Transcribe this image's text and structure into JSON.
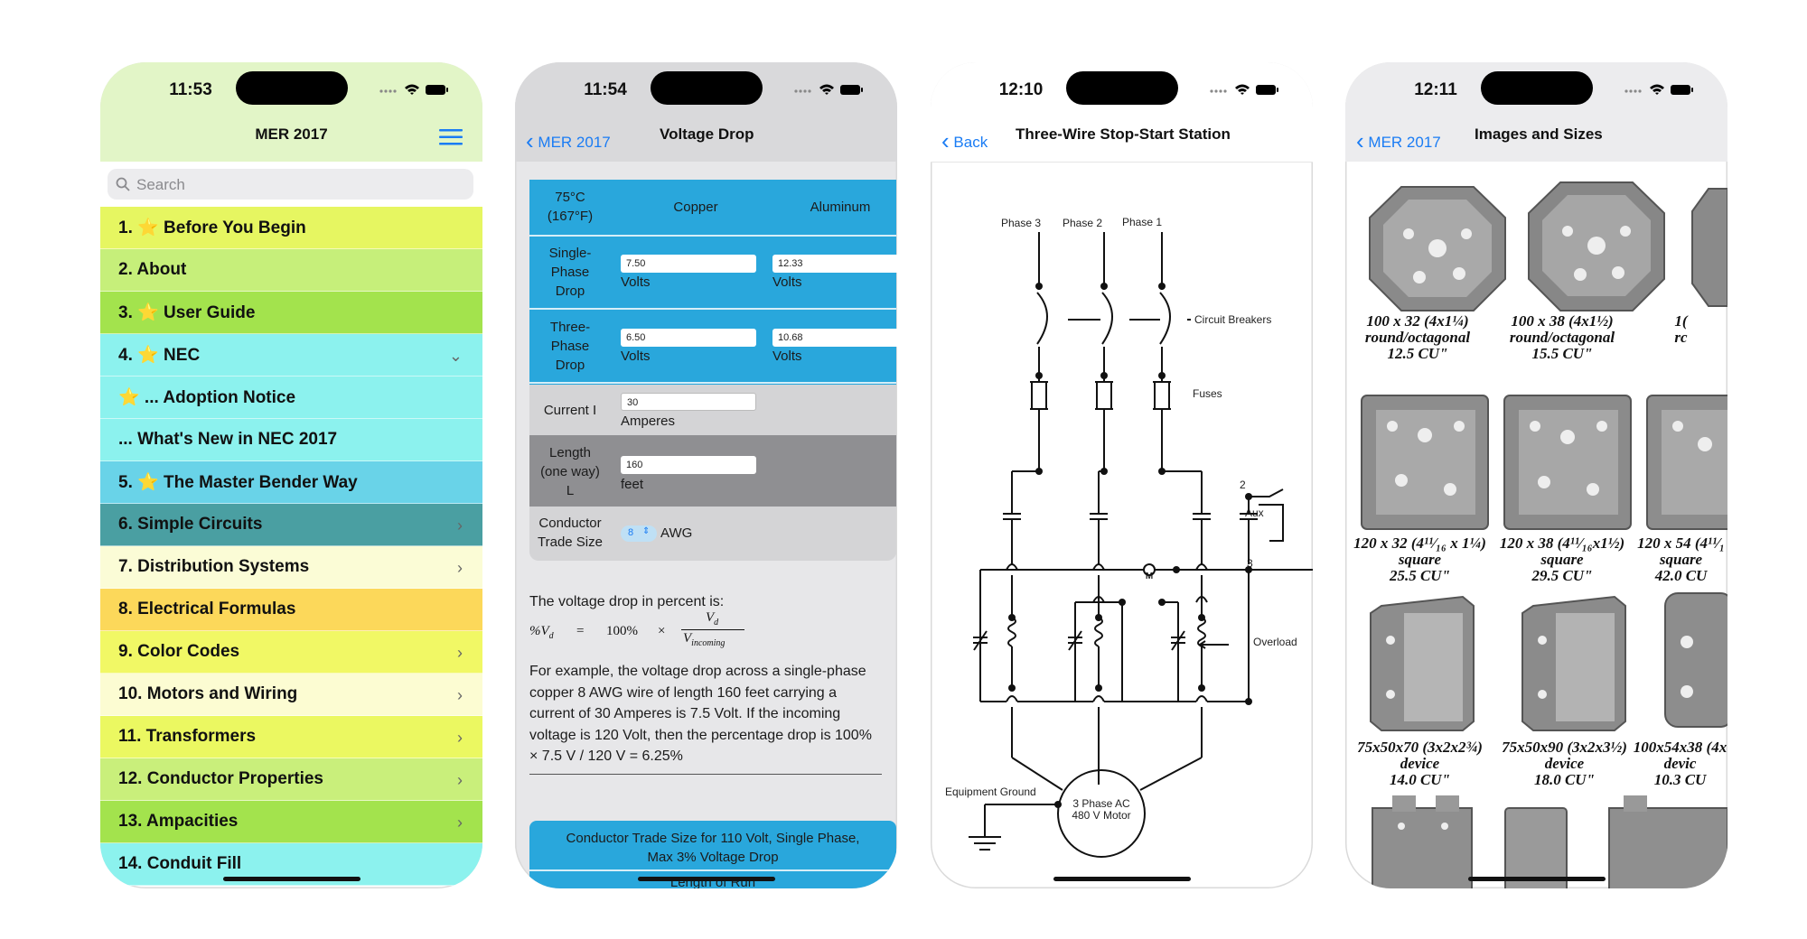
{
  "colors": {
    "accent": "#1a7cf4",
    "table_blue": "#29a7dc"
  },
  "phones": [
    {
      "time": "11:53",
      "nav_title": "MER 2017",
      "search_placeholder": "Search",
      "menu": [
        {
          "label": "1. ⭐️ Before You Begin",
          "bg": "#e6f661",
          "chevron": ""
        },
        {
          "label": "2. About",
          "bg": "#c6ef7a",
          "chevron": ""
        },
        {
          "label": "3. ⭐️ User Guide",
          "bg": "#a3e34d",
          "chevron": ""
        },
        {
          "label": "4. ⭐️ NEC",
          "bg": "#8cf2ee",
          "chevron": "⌄"
        },
        {
          "label": "⭐️ ... Adoption Notice",
          "bg": "#8cf2ee",
          "chevron": ""
        },
        {
          "label": "... What's New in NEC 2017",
          "bg": "#8cf2ee",
          "chevron": ""
        },
        {
          "label": "5. ⭐️ The Master Bender Way",
          "bg": "#69d3e8",
          "chevron": ""
        },
        {
          "label": "6. Simple Circuits",
          "bg": "#4a9fa2",
          "chevron": "›"
        },
        {
          "label": "7. Distribution Systems",
          "bg": "#fbfcd6",
          "chevron": "›"
        },
        {
          "label": "8. Electrical Formulas",
          "bg": "#fcd85a",
          "chevron": ""
        },
        {
          "label": "9. Color Codes",
          "bg": "#f1f865",
          "chevron": "›"
        },
        {
          "label": "10. Motors and Wiring",
          "bg": "#fcfcd2",
          "chevron": "›"
        },
        {
          "label": "11. Transformers",
          "bg": "#ebf861",
          "chevron": "›"
        },
        {
          "label": "12. Conductor Properties",
          "bg": "#c9ef7b",
          "chevron": "›"
        },
        {
          "label": "13. Ampacities",
          "bg": "#a3e34d",
          "chevron": "›"
        },
        {
          "label": "14. Conduit Fill",
          "bg": "#8cf2ee",
          "chevron": ""
        }
      ]
    },
    {
      "time": "11:54",
      "back_label": "MER 2017",
      "nav_title": "Voltage Drop",
      "table": {
        "header_temp": "75°C\n(167°F)",
        "header_copper": "Copper",
        "header_aluminum": "Aluminum",
        "row1_label": "Single-\nPhase\nDrop",
        "row1_copper": "7.50",
        "row1_aluminum": "12.33",
        "row2_label": "Three-\nPhase\nDrop",
        "row2_copper": "6.50",
        "row2_aluminum": "10.68",
        "unit_volts": "Volts",
        "current_label": "Current I",
        "current_value": "30",
        "current_unit": "Amperes",
        "length_label": "Length\n(one way)\nL",
        "length_value": "160",
        "length_unit": "feet",
        "conductor_label": "Conductor\nTrade Size",
        "conductor_value": "8",
        "conductor_unit": "AWG"
      },
      "formula_intro": "The voltage drop in percent is:",
      "formula_lhs": "%V",
      "formula_lhs_sub": "d",
      "formula_eq": "=",
      "formula_pct": "100%",
      "formula_times": "×",
      "formula_num": "V",
      "formula_num_sub": "d",
      "formula_den": "V",
      "formula_den_sub": "incoming",
      "example": "For example, the voltage drop across a single-phase copper 8 AWG wire of length 160 feet carrying a current of 30 Amperes is 7.5 Volt. If the incoming voltage is 120 Volt, then the percentage drop is 100% × 7.5 V / 120 V = 6.25%",
      "box_title": "Conductor Trade Size for 110 Volt, Single Phase,\nMax 3% Voltage Drop",
      "box_sub": "Length of Run"
    },
    {
      "time": "12:10",
      "back_label": "Back",
      "nav_title": "Three-Wire Stop-Start Station",
      "diagram": {
        "phase3": "Phase 3",
        "phase2": "Phase 2",
        "phase1": "Phase 1",
        "breakers": "Circuit Breakers",
        "fuses": "Fuses",
        "aux": "Aux",
        "n2": "2",
        "n3": "3",
        "m": "M",
        "overload": "Overload",
        "ground": "Equipment Ground",
        "motor1": "3 Phase AC",
        "motor2": "480 V Motor"
      }
    },
    {
      "time": "12:11",
      "back_label": "MER 2017",
      "nav_title": "Images and Sizes",
      "row1": [
        {
          "l1": "100 x 32 (4x1¼)",
          "l2": "round/octagonal",
          "l3": "12.5 CU\""
        },
        {
          "l1": "100 x 38 (4x1½)",
          "l2": "round/octagonal",
          "l3": "15.5 CU\""
        },
        {
          "l1": "1(",
          "l2": "rc",
          "l3": ""
        }
      ],
      "row2": [
        {
          "l1": "120 x 32 (4¹¹⁄₁₆ x 1¼)",
          "l2": "square",
          "l3": "25.5 CU\""
        },
        {
          "l1": "120 x 38 (4¹¹⁄₁₆x1½)",
          "l2": "square",
          "l3": "29.5 CU\""
        },
        {
          "l1": "120 x 54 (4¹¹⁄₁",
          "l2": "square",
          "l3": "42.0 CU"
        }
      ],
      "row3": [
        {
          "l1": "75x50x70 (3x2x2¾)",
          "l2": "device",
          "l3": "14.0 CU\""
        },
        {
          "l1": "75x50x90 (3x2x3½)",
          "l2": "device",
          "l3": "18.0 CU\""
        },
        {
          "l1": "100x54x38 (4x",
          "l2": "devic",
          "l3": "10.3 CU"
        }
      ]
    }
  ]
}
